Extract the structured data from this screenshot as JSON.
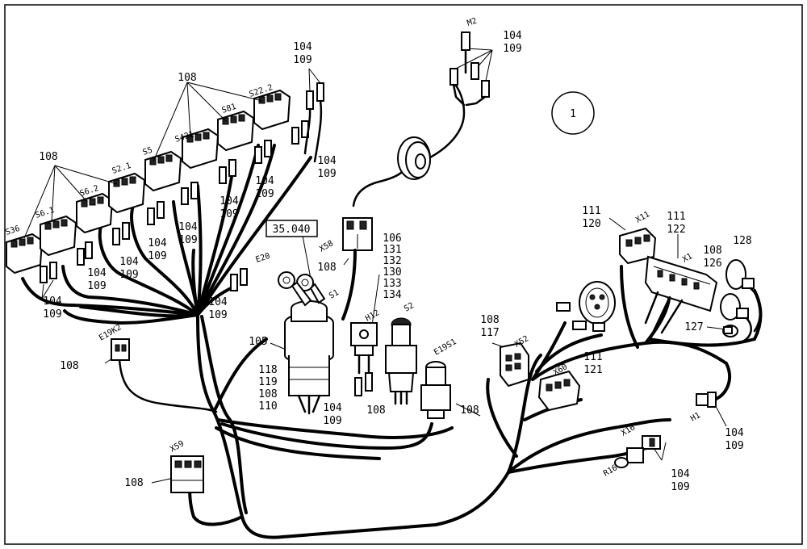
{
  "diagram": {
    "reference_box": "35.040",
    "circle_label": "1",
    "labels": {
      "l108_top": "108",
      "s222": "S22.2",
      "s81": "S81",
      "s421": "S421",
      "s5": "S5",
      "s2_1": "S2.1",
      "s6_2": "S6.2",
      "s6_1": "S6.1",
      "s36": "S36",
      "l108_left": "108",
      "l104_a": "104",
      "l109_a": "109",
      "l104_b": "104",
      "l109_b": "109",
      "l104_c": "104",
      "l109_c": "109",
      "l104_d": "104",
      "l109_d": "109",
      "l104_e": "104",
      "l109_e": "109",
      "l104_f": "104",
      "l109_f": "109",
      "l104_g": "104",
      "l109_g": "109",
      "l104_h": "104",
      "l109_h": "109",
      "l104_i": "104",
      "l109_i": "109",
      "e20": "E20",
      "l104_j": "104",
      "l109_j": "109",
      "m2": "M2",
      "l104_k": "104",
      "l109_k": "109",
      "x58": "X58",
      "l108_x58": "108",
      "l106": "106",
      "l131": "131",
      "l132": "132",
      "l130": "130",
      "l133": "133",
      "l134": "134",
      "s1": "S1",
      "h12": "H12",
      "s2": "S2",
      "e19s1": "E19S1",
      "l105": "105",
      "l118": "118",
      "l119": "119",
      "l108_sw": "108",
      "l110": "110",
      "l104_s": "104",
      "l109_s": "109",
      "l108_s2": "108",
      "l108_e19": "108",
      "e19k2": "E19K2",
      "l108_e19k2": "108",
      "x59": "X59",
      "l108_x59": "108",
      "l108_x52": "108",
      "l117": "117",
      "x52": "X52",
      "x60": "X60",
      "l111_x60": "111",
      "l121": "121",
      "l111_x11": "111",
      "l120": "120",
      "x11": "X11",
      "l111_x1": "111",
      "l122": "122",
      "x1": "X1",
      "l108_r": "108",
      "l126": "126",
      "l128": "128",
      "l127": "127",
      "h1": "H1",
      "l104_h1": "104",
      "l109_h1": "109",
      "x16": "X16",
      "r16": "R16",
      "l104_x16": "104",
      "l109_x16": "109"
    }
  }
}
